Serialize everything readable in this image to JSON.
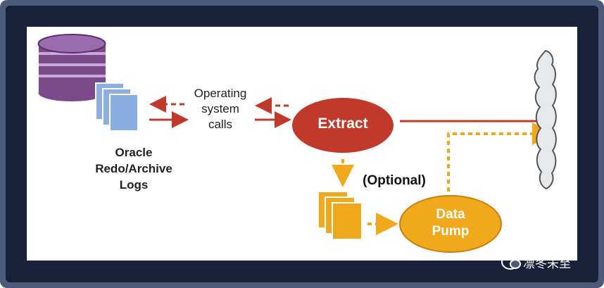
{
  "diagram": {
    "os_calls_lines": [
      "Operating",
      "system",
      "calls"
    ],
    "logs_lines": [
      "Oracle",
      "Redo/Archive",
      "Logs"
    ],
    "extract_label": "Extract",
    "optional_label": "(Optional)",
    "data_pump_lines": [
      "Data",
      "Pump"
    ]
  },
  "colors": {
    "extract_red": "#c0392b",
    "pump_orange": "#f0a81c",
    "db_purple": "#7a4a8a",
    "log_blue": "#8aaee0"
  },
  "watermark": {
    "text": "凛冬未至"
  }
}
